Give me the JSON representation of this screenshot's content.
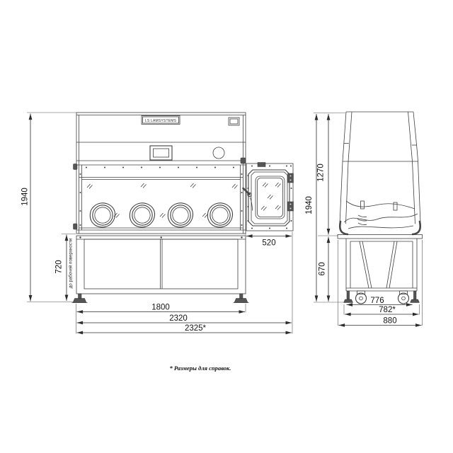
{
  "page": {
    "footnote": "* Размеры для справок."
  },
  "drawing": {
    "brand_label": "LS LAMSYSTEMS",
    "line_color": "#3f3f3f",
    "front_view": {
      "dims": {
        "height": "1940",
        "to_work_surface": "720",
        "to_work_surface_note": "до рабочей поверхности",
        "hatch_width": "520",
        "stand_width": "1800",
        "body_width": "2320",
        "overall_width": "2325*"
      }
    },
    "side_view": {
      "dims": {
        "upper_height": "1270",
        "height": "1940",
        "stand_height": "670",
        "stand_depth": "776",
        "depth_ref": "782*",
        "overall_depth": "880"
      }
    }
  }
}
